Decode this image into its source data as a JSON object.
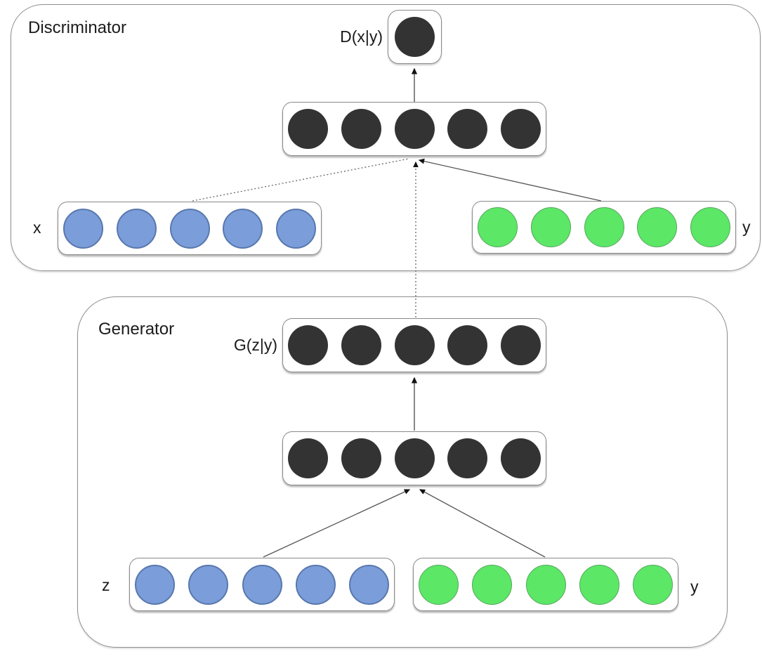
{
  "diagram": {
    "discriminator": {
      "title": "Discriminator",
      "output_label": "D(x|y)",
      "output_nodes": 1,
      "hidden_nodes": 5,
      "x_input": {
        "label": "x",
        "nodes": 5
      },
      "y_input": {
        "label": "y",
        "nodes": 5
      }
    },
    "generator": {
      "title": "Generator",
      "output_label": "G(z|y)",
      "output_nodes": 5,
      "hidden_nodes": 5,
      "z_input": {
        "label": "z",
        "nodes": 5
      },
      "y_input": {
        "label": "y",
        "nodes": 5
      }
    },
    "colors": {
      "node_dark": "#333333",
      "node_blue": "#7b9dd9",
      "node_blue_border": "#5878ad",
      "node_green": "#5ce767",
      "node_green_border": "#56a65c",
      "box_border": "#8a8a8a",
      "edge": "#555555"
    }
  }
}
